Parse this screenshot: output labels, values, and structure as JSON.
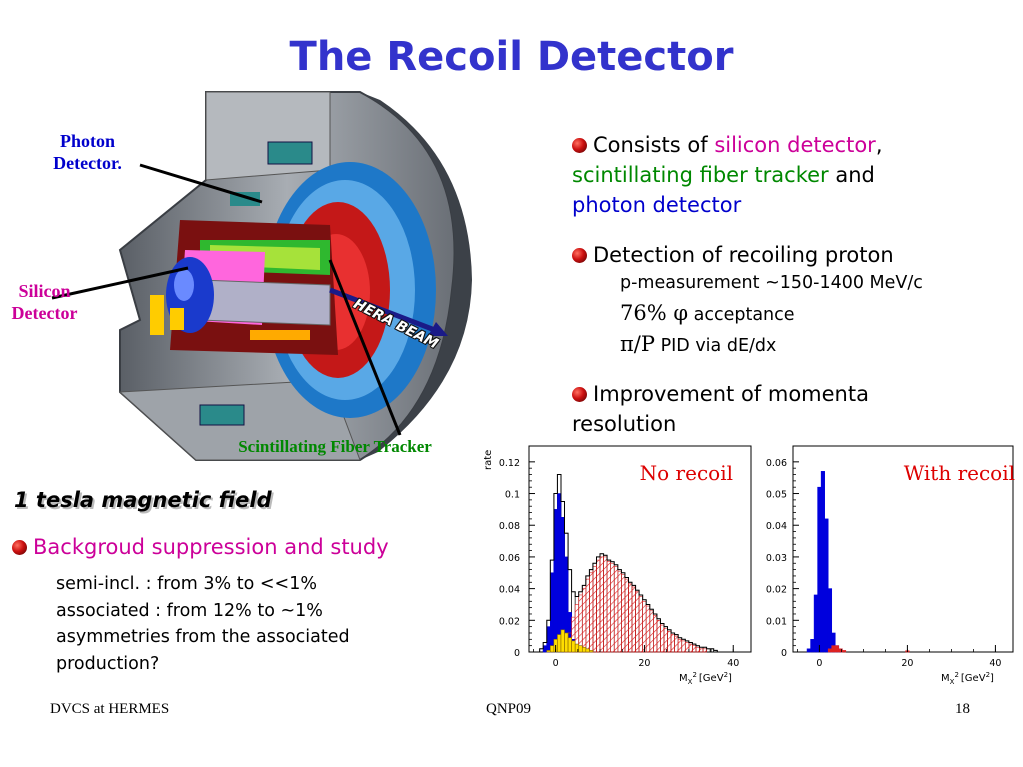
{
  "slide": {
    "title": "The Recoil Detector",
    "labels": {
      "photon_detector_1": "Photon",
      "photon_detector_2": "Detector.",
      "silicon_detector_1": "Silicon",
      "silicon_detector_2": "Detector",
      "scifi_tracker": "Scintillating Fiber Tracker",
      "hera_beam": "HERA BEAM"
    },
    "bullets": {
      "b1_prefix": "Consists of ",
      "b1_silicon": "silicon detector",
      "b1_comma": ",",
      "b1_scifi": "scintillating fiber tracker",
      "b1_and": " and",
      "b1_photon": "photon detector",
      "b2": "Detection of recoiling proton",
      "b2_sub1": "p-measurement ~150-1400 MeV/c",
      "b2_sub2_sym": "76% φ",
      "b2_sub2_text": " acceptance",
      "b2_sub3_sym": "π/P",
      "b2_sub3_text": " PID via dE/dx",
      "b3_line1": "Improvement of momenta",
      "b3_line2": "resolution"
    },
    "left_block": {
      "heading": "1 tesla magnetic field",
      "bullet": "Backgroud suppression and study",
      "lines": [
        "semi-incl. : from 3% to  <<1%",
        "associated : from 12% to  ~1%",
        "asymmetries from the associated",
        "production?"
      ]
    },
    "footer": {
      "left": "DVCS at HERMES",
      "center": "QNP09",
      "right": "18"
    }
  },
  "colors": {
    "title": "#3333cc",
    "silicon": "#cc0099",
    "scifi": "#008800",
    "photon": "#0000cc",
    "fill_blue": "#0000dd",
    "fill_yellow": "#ffdd00",
    "hatch_red": "#dd2222"
  },
  "chart_data": [
    {
      "type": "bar",
      "title": "No recoil",
      "ylabel": "rate",
      "xlabel": "M",
      "xlabel_sub": "X",
      "xlabel_sup": "2",
      "xunit": "[GeV",
      "xunit_sup": "2",
      "xunit_close": "]",
      "xlim": [
        -6,
        44
      ],
      "ylim": [
        0,
        0.13
      ],
      "xticks": [
        0,
        20,
        40
      ],
      "xtick_labels": [
        "0",
        "20",
        "40"
      ],
      "yticks": [
        0,
        0.02,
        0.04,
        0.06,
        0.08,
        0.1,
        0.12
      ],
      "ytick_labels": [
        "0",
        "0.02",
        "0.04",
        "0.06",
        "0.08",
        "0.1",
        "0.12"
      ],
      "bin_width": 0.8,
      "series": [
        {
          "style": "outline",
          "x": [
            -3.2,
            -2.4,
            -1.6,
            -0.8,
            0,
            0.8,
            1.6,
            2.4,
            3.2,
            4.0,
            4.8,
            5.6,
            6.4,
            7.2,
            8.0,
            8.8,
            9.6,
            10.4,
            11.2,
            12.0,
            12.8,
            13.6,
            14.4,
            15.2,
            16.0,
            16.8,
            17.6,
            18.4,
            19.2,
            20.0,
            20.8,
            21.6,
            22.4,
            23.2,
            24.0,
            24.8,
            25.6,
            26.4,
            27.2,
            28.0,
            28.8,
            29.6,
            30.4,
            31.2,
            32.0,
            32.8,
            33.6,
            34.4,
            35.2,
            36.0
          ],
          "values": [
            0.002,
            0.006,
            0.02,
            0.058,
            0.1,
            0.112,
            0.095,
            0.075,
            0.052,
            0.038,
            0.035,
            0.038,
            0.042,
            0.048,
            0.052,
            0.056,
            0.06,
            0.062,
            0.061,
            0.058,
            0.057,
            0.055,
            0.052,
            0.05,
            0.047,
            0.044,
            0.042,
            0.039,
            0.036,
            0.033,
            0.03,
            0.027,
            0.024,
            0.021,
            0.018,
            0.016,
            0.014,
            0.012,
            0.011,
            0.009,
            0.008,
            0.007,
            0.006,
            0.005,
            0.004,
            0.003,
            0.003,
            0.002,
            0.002,
            0.001
          ]
        },
        {
          "name": "",
          "style": "fill",
          "color": "#0000dd",
          "x": [
            -2.4,
            -1.6,
            -0.8,
            0,
            0.8,
            1.6,
            2.4,
            3.2,
            4.0,
            4.8
          ],
          "values": [
            0.004,
            0.016,
            0.05,
            0.09,
            0.1,
            0.085,
            0.06,
            0.025,
            0.008,
            0.002
          ]
        },
        {
          "style": "hatch",
          "color": "#dd2222",
          "x": [
            2.4,
            3.2,
            4.0,
            4.8,
            5.6,
            6.4,
            7.2,
            8.0,
            8.8,
            9.6,
            10.4,
            11.2,
            12.0,
            12.8,
            13.6,
            14.4,
            15.2,
            16.0,
            16.8,
            17.6,
            18.4,
            19.2,
            20.0,
            20.8,
            21.6,
            22.4,
            23.2,
            24.0,
            24.8,
            25.6,
            26.4,
            27.2,
            28.0,
            28.8,
            29.6,
            30.4,
            31.2,
            32.0,
            32.8,
            33.6
          ],
          "values": [
            0.004,
            0.012,
            0.022,
            0.03,
            0.036,
            0.04,
            0.046,
            0.05,
            0.054,
            0.058,
            0.06,
            0.06,
            0.057,
            0.056,
            0.054,
            0.051,
            0.049,
            0.046,
            0.043,
            0.041,
            0.038,
            0.035,
            0.032,
            0.029,
            0.026,
            0.023,
            0.02,
            0.017,
            0.015,
            0.013,
            0.011,
            0.01,
            0.008,
            0.007,
            0.006,
            0.005,
            0.004,
            0.003,
            0.002,
            0.002
          ]
        },
        {
          "style": "fill",
          "color": "#ffdd00",
          "x": [
            -1.6,
            -0.8,
            0,
            0.8,
            1.6,
            2.4,
            3.2,
            4.0,
            4.8,
            5.6,
            6.4,
            7.2,
            8.0
          ],
          "values": [
            0.001,
            0.004,
            0.008,
            0.011,
            0.014,
            0.012,
            0.009,
            0.007,
            0.005,
            0.004,
            0.003,
            0.002,
            0.001
          ]
        }
      ]
    },
    {
      "type": "bar",
      "title": "With recoil",
      "xlabel": "M",
      "xlabel_sub": "X",
      "xlabel_sup": "2",
      "xunit": "[GeV",
      "xunit_sup": "2",
      "xunit_close": "]",
      "xlim": [
        -6,
        44
      ],
      "ylim": [
        0,
        0.065
      ],
      "xticks": [
        0,
        20,
        40
      ],
      "xtick_labels": [
        "0",
        "20",
        "40"
      ],
      "yticks": [
        0,
        0.01,
        0.02,
        0.03,
        0.04,
        0.05,
        0.06
      ],
      "ytick_labels": [
        "0",
        "0.01",
        "0.02",
        "0.03",
        "0.04",
        "0.05",
        "0.06"
      ],
      "bin_width": 0.8,
      "series": [
        {
          "style": "fill",
          "color": "#0000dd",
          "x": [
            -2.4,
            -1.6,
            -0.8,
            0,
            0.8,
            1.6,
            2.4,
            3.2,
            4.0,
            4.8
          ],
          "values": [
            0.001,
            0.004,
            0.018,
            0.052,
            0.057,
            0.042,
            0.02,
            0.006,
            0.002,
            0.001
          ]
        },
        {
          "style": "fill",
          "color": "#dd2222",
          "x": [
            2.4,
            3.2,
            4.0,
            4.8,
            5.6,
            20.0
          ],
          "values": [
            0.001,
            0.002,
            0.002,
            0.001,
            0.0005,
            0.0004
          ]
        }
      ]
    }
  ]
}
